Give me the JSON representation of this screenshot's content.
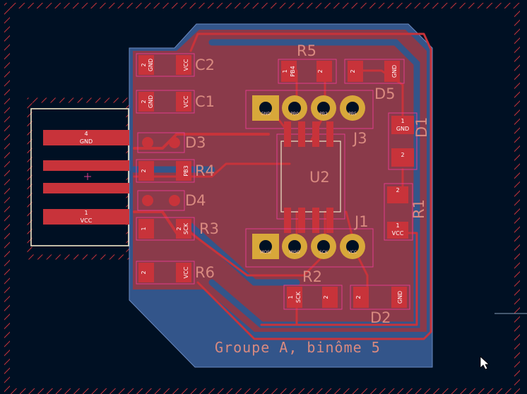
{
  "board_title": "Groupe A, binôme 5",
  "colors": {
    "background": "#001023",
    "copper_fill": "#8a3a4a",
    "board_edge": "#33558a",
    "pad": "#c8333a",
    "silk_text": "#d98a80",
    "hatch": "#c8333a"
  },
  "references": {
    "c2": "C2",
    "c1": "C1",
    "r5": "R5",
    "d5": "D5",
    "d3": "D3",
    "r4": "R4",
    "d4": "D4",
    "r3": "R3",
    "r6": "R6",
    "j3": "J3",
    "u2": "U2",
    "j1": "J1",
    "r2": "R2",
    "d2": "D2",
    "d1": "D1",
    "r1": "R1"
  },
  "usb_connector": {
    "pin4_number": "4",
    "pin4_name": "GND",
    "pin1_number": "1",
    "pin1_name": "VCC"
  },
  "pads": {
    "c2_p2": "2",
    "c2_gnd": "GND",
    "c2_vcc": "VCC",
    "c1_p2": "2",
    "c1_gnd": "GND",
    "c1_vcc": "VCC",
    "r5_p1": "1",
    "r5_pb4": "PB4",
    "r5_p2": "2",
    "d5_p2": "2",
    "d5_gnd": "GND",
    "r4_p2": "2",
    "r4_pb3": "PB3",
    "r3_p1": "1",
    "r3_p2": "2",
    "r3_sck": "SCK",
    "r6_p2": "2",
    "r6_vcc": "VCC",
    "j3_p1": "GND",
    "j3_p2": "PB0",
    "j3_p3": "PB2",
    "j3_p4": "PB5",
    "j1_p1": "MOSI",
    "j1_p2": "MISO",
    "j1_p3": "SCK",
    "j1_p4": "VCC",
    "r2_p1": "1",
    "r2_sck": "SCK",
    "r2_p2": "2",
    "d2_p2": "2",
    "d2_gnd": "GND",
    "d1_p1": "1",
    "d1_gnd": "GND",
    "d1_p2": "2",
    "r1_p2": "2",
    "r1_p1": "1",
    "r1_vcc": "VCC"
  }
}
